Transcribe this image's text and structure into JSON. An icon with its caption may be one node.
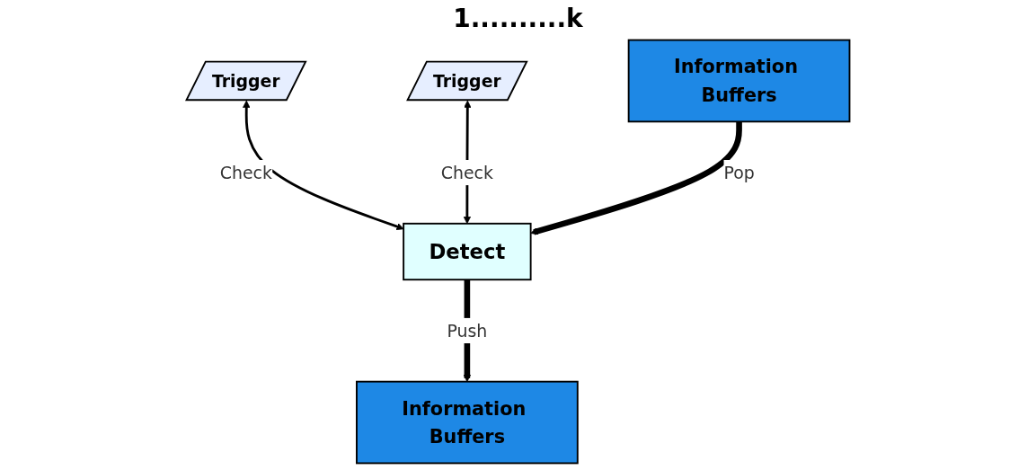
{
  "diagram": {
    "nodes": [
      {
        "text": [
          "Trigger"
        ]
      },
      {
        "text": [
          "Trigger"
        ]
      },
      {
        "text": [
          "Information Buffers"
        ]
      },
      {
        "text": [
          "Detect"
        ]
      },
      {
        "text": [
          "Information Buffers"
        ]
      }
    ],
    "edges": [
      {
        "from": 0,
        "to": 3,
        "arrow": "both",
        "label": "Check"
      },
      {
        "from": 1,
        "to": 3,
        "arrow": "both",
        "label": "Check"
      },
      {
        "from": 2,
        "to": 3,
        "arrow": "to",
        "label": "Pop",
        "style": "thick"
      },
      {
        "from": 3,
        "to": 4,
        "arrow": "to",
        "label": "Push",
        "style": "thick"
      }
    ],
    "labels": [
      "1..........k"
    ]
  }
}
